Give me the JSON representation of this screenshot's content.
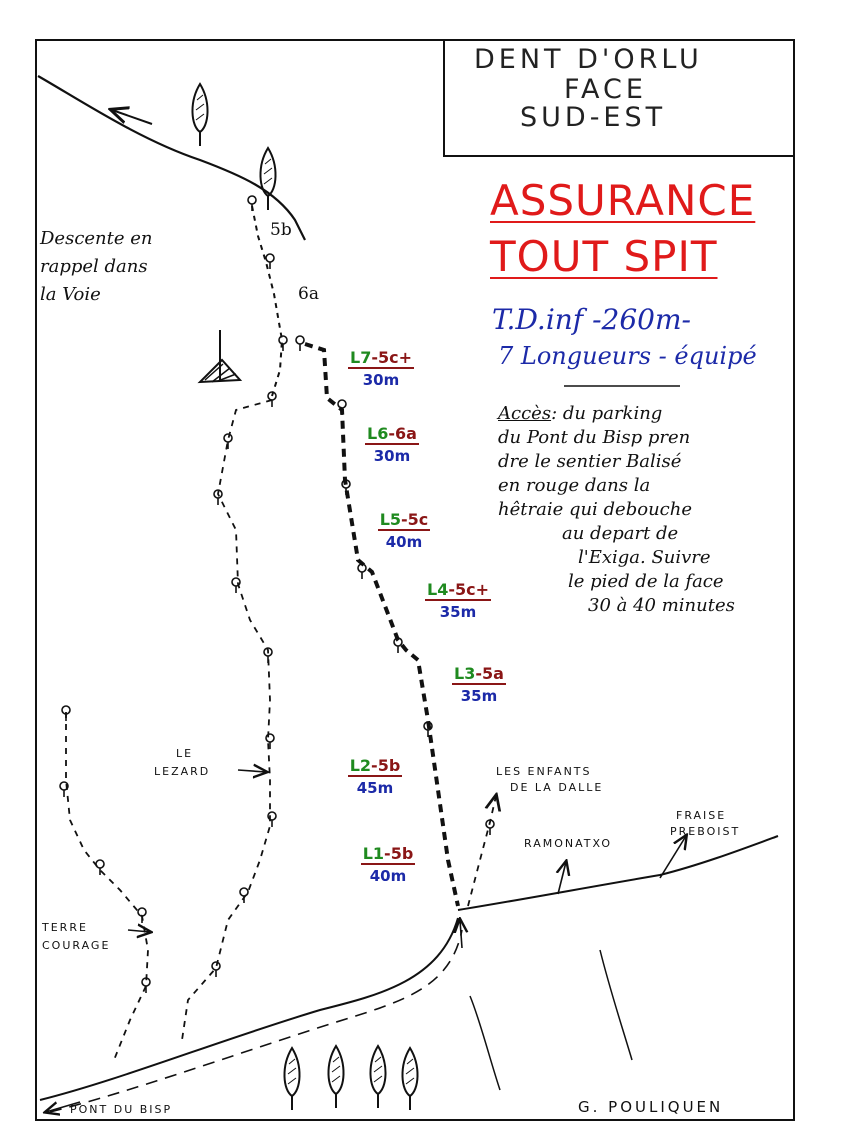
{
  "topo": {
    "title_lines": [
      "DENT D'ORLU",
      "FACE",
      "SUD-EST"
    ],
    "protection_lines": [
      "ASSURANCE",
      "TOUT SPIT"
    ],
    "grade_line": "T.D.inf -260m-",
    "pitches_line": "7 Longueurs - équipé",
    "access_label": "Accès",
    "access_lines": [
      ": du parking",
      "du Pont du Bisp pren",
      "dre le sentier Balisé",
      "en rouge dans la",
      "hêtraie qui debouche",
      "au depart de",
      "l'Exiga. Suivre",
      "le pied de la face",
      "30 à 40 minutes"
    ],
    "descent_lines": [
      "Descente en",
      "rappel dans",
      "la Voie"
    ],
    "upper_grades": [
      "5b",
      "6a"
    ],
    "pitches": [
      {
        "id": "L7",
        "grade": "5c+",
        "length": "30m"
      },
      {
        "id": "L6",
        "grade": "6a",
        "length": "30m"
      },
      {
        "id": "L5",
        "grade": "5c",
        "length": "40m"
      },
      {
        "id": "L4",
        "grade": "5c+",
        "length": "35m"
      },
      {
        "id": "L3",
        "grade": "5a",
        "length": "35m"
      },
      {
        "id": "L2",
        "grade": "5b",
        "length": "45m"
      },
      {
        "id": "L1",
        "grade": "5b",
        "length": "40m"
      }
    ],
    "other_routes": {
      "le_lezard": [
        "LE",
        "LEZARD"
      ],
      "terre_courage": [
        "TERRE",
        "COURAGE"
      ],
      "les_enfants": [
        "LES ENFANTS",
        "DE LA DALLE"
      ],
      "ramonatxo": "RAMONATXO",
      "fraise_preboist": [
        "FRAISE",
        "PREBOIST"
      ]
    },
    "start_label": "PONT DU BISP",
    "author": "G. POULIQUEN",
    "colors": {
      "ink": "#111111",
      "red": "#e01a1a",
      "pitch_id_green": "#1f8a1f",
      "pitch_grade_red": "#8a1616",
      "blue": "#1c2aa8"
    },
    "icons": [
      "tree-icon",
      "bolt-icon",
      "arrow-icon",
      "compass-icon"
    ]
  }
}
